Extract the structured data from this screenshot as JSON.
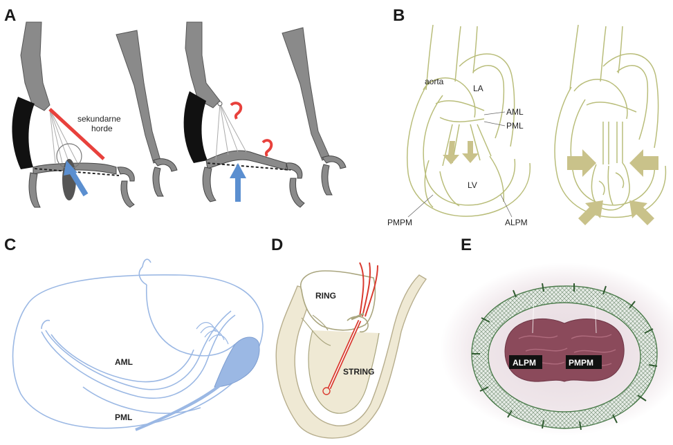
{
  "panels": {
    "A": {
      "letter": "A",
      "label_secondary_chords": "sekundarne",
      "label_secondary_chords_2": "horde"
    },
    "B": {
      "letter": "B",
      "label_aorta": "aorta",
      "label_la": "LA",
      "label_aml": "AML",
      "label_pml": "PML",
      "label_lv": "LV",
      "label_pmpm": "PMPM",
      "label_alpm": "ALPM"
    },
    "C": {
      "letter": "C",
      "label_aml": "AML",
      "label_pml": "PML"
    },
    "D": {
      "letter": "D",
      "label_ring": "RING",
      "label_string": "STRING"
    },
    "E": {
      "letter": "E",
      "label_alpm": "ALPM",
      "label_pmpm": "PMPM"
    }
  },
  "colors": {
    "tissue_gray": "#8a8a8a",
    "muscle_black": "#111111",
    "chord_red": "#e8413c",
    "arrow_blue": "#5b8fd0",
    "line_olive": "#b9bd7a",
    "arrow_khaki": "#c9c28a",
    "valve_blue": "#9bb8e4",
    "heart_cream": "#efe9d4",
    "string_red": "#d93a2f",
    "ring_green": "#4c7c4c",
    "tissue_maroon": "#8b4a5b"
  }
}
